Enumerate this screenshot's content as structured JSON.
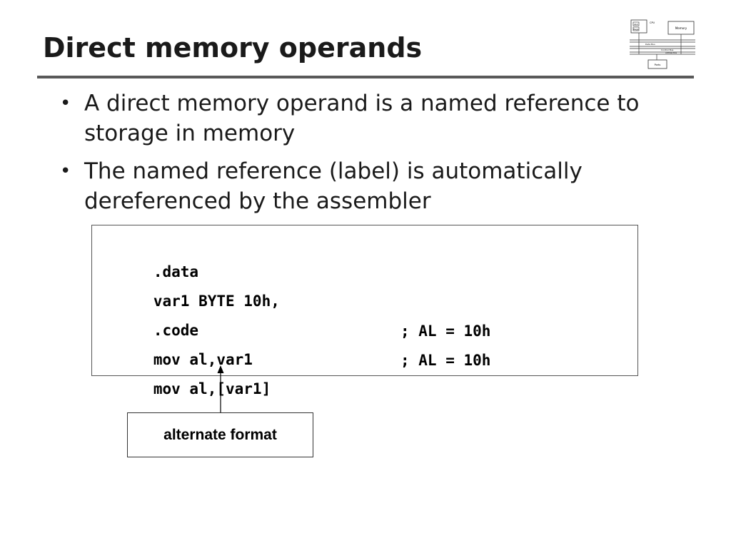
{
  "slide": {
    "title": "Direct memory operands",
    "bullets": [
      {
        "text": "A direct memory operand is a named reference to storage in memory"
      },
      {
        "text": "The named reference (label) is automatically dereferenced by the assembler"
      }
    ],
    "bullet_glyph": "•"
  },
  "code": {
    "lines": [
      {
        "code": ".data",
        "comment": ""
      },
      {
        "code": "var1 BYTE 10h,",
        "comment": ""
      },
      {
        "code": ".code",
        "comment": ""
      },
      {
        "code": "mov al,var1",
        "comment": "; AL = 10h"
      },
      {
        "code": "mov al,[var1]",
        "comment": "; AL = 10h"
      }
    ]
  },
  "callout": {
    "label": "alternate format"
  },
  "logo": {
    "labels": {
      "cpu": "CPU",
      "memory": "Memory",
      "alu": "ALU",
      "regs": "Regs",
      "data_bus": "Data Bus",
      "control_bus": "Control Bus",
      "address_bus": "Address Bus",
      "io_ports": "Ports"
    }
  },
  "colors": {
    "title_rule": "#595959",
    "text": "#1a1a1a"
  }
}
